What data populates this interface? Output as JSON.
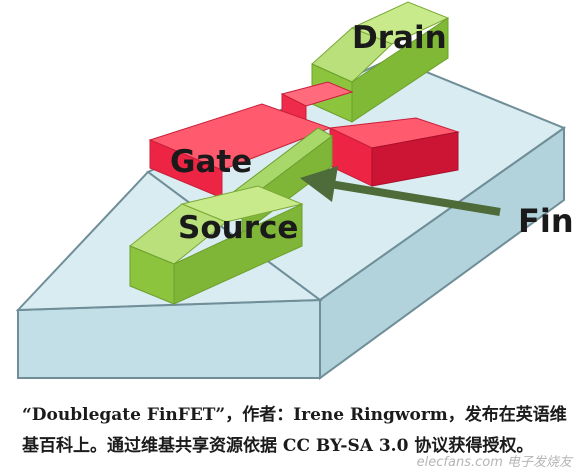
{
  "diagram": {
    "labels": {
      "drain": "Drain",
      "gate": "Gate",
      "source": "Source",
      "fin": "Fin"
    },
    "colors": {
      "substrate_top": "#d9ecf1",
      "substrate_side": "#bfdde6",
      "green_top": "#b9e07a",
      "green_front": "#8cc43e",
      "green_side": "#77ad31",
      "red_top": "#ff5a6e",
      "red_front": "#ee2445",
      "red_side": "#cc1535",
      "arrow": "#4e6b3a"
    }
  },
  "caption": {
    "line1": "“Doublegate FinFET”，作者：Irene Ringworm，发布在英语维",
    "line2": "基百科上。通过维基共享资源依据 CC BY-SA 3.0 协议获得授权。"
  },
  "watermark": "elecfans.com 电子发烧友"
}
